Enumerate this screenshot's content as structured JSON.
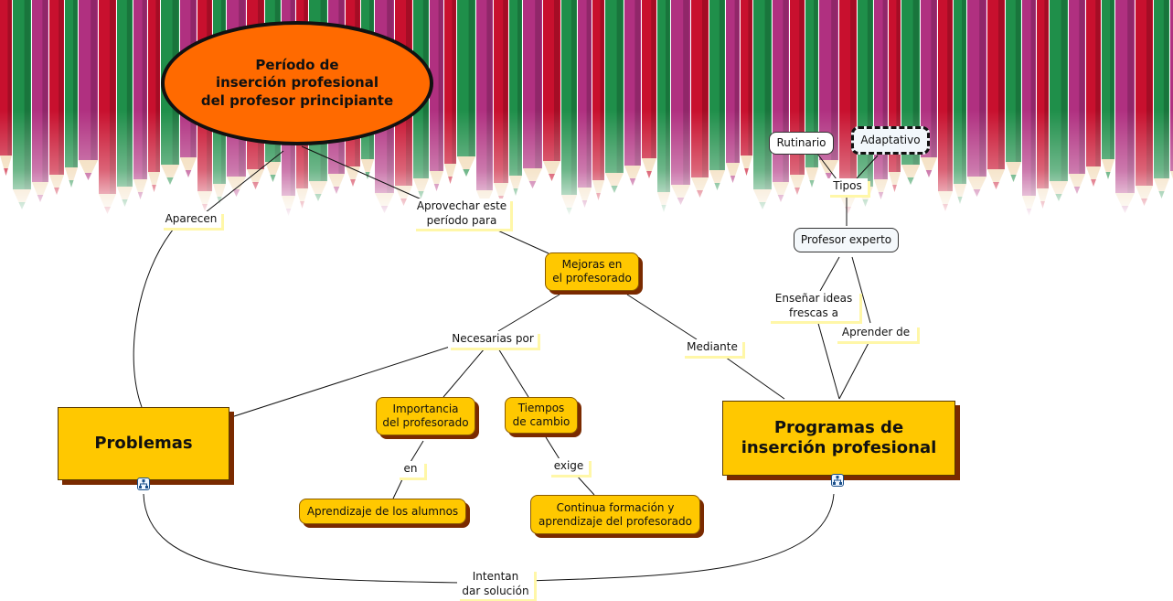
{
  "title": "Período de\ninserción profesional\ndel profesor principiante",
  "nodes": {
    "mejoras": "Mejoras en\nel profesorado",
    "problemas": "Problemas",
    "programas": "Programas de\ninserción profesional",
    "importancia": "Importancia\ndel profesorado",
    "tiempos": "Tiempos\nde cambio",
    "aprendizaje_alumnos": "Aprendizaje de los alumnos",
    "continua_formacion": "Continua formación y\naprendizaje del profesorado",
    "profesor_experto": "Profesor experto",
    "rutinario": "Rutinario",
    "adaptativo": "Adaptativo"
  },
  "links": {
    "aparecen": "Aparecen",
    "aprovechar": "Aprovechar este\nperíodo para",
    "necesarias_por": "Necesarias por",
    "mediante": "Mediante",
    "en": "en",
    "exige": "exige",
    "tipos": "Tipos",
    "ensenar": "Enseñar ideas\nfrescas a",
    "aprender_de": "Aprender de",
    "intentan": "Intentan\ndar solución"
  },
  "icons": [
    "concept-map-link-icon",
    "concept-map-link-icon"
  ],
  "colors": {
    "title_fill": "#ff6a00",
    "concept_fill": "#ffc800",
    "shadow": "#7a2a00",
    "label_highlight": "#fff7a8"
  }
}
